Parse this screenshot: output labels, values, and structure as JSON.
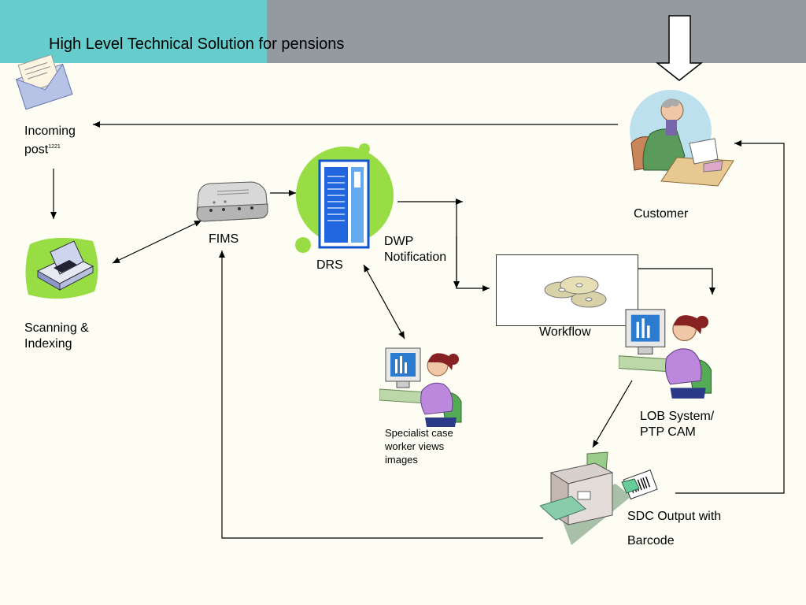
{
  "title": "High Level Technical Solution for pensions",
  "nodes": {
    "incoming_post": {
      "line1": "Incoming",
      "line2": "post",
      "note": "1221"
    },
    "scanning": {
      "line1": "Scanning &",
      "line2": "Indexing"
    },
    "fims": "FIMS",
    "drs": "DRS",
    "dwp": {
      "line1": "DWP",
      "line2": "Notification"
    },
    "customer": "Customer",
    "workflow": "Workflow",
    "specialist": {
      "line1": "Specialist case",
      "line2": "worker views",
      "line3": "images"
    },
    "lob": {
      "line1": "LOB System/",
      "line2": "PTP CAM"
    },
    "sdc": {
      "line1": "SDC Output with",
      "line2": "Barcode"
    }
  },
  "colors": {
    "header_teal": "#66cccc",
    "header_grey": "#939aa0",
    "background": "#fdfdf3",
    "accent_green": "#99dd44"
  }
}
